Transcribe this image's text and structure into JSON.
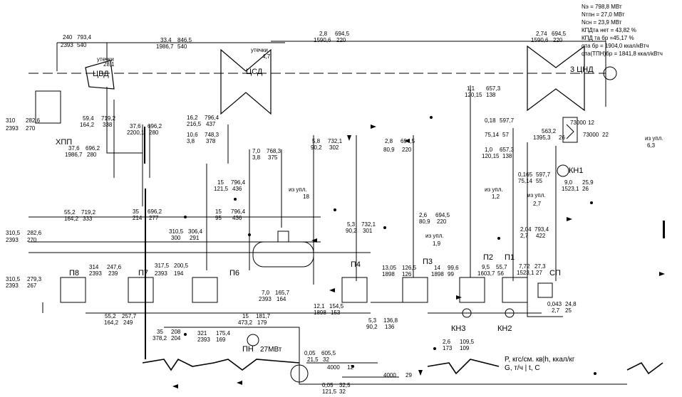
{
  "summary": {
    "lines": [
      "Nэ = 798,8 МВт",
      "Nтпн = 27,0 МВт",
      "Nсн = 23,9 МВт",
      "КПДта нет = 43,82 %",
      "КПД та бр =45,17 %",
      "qта бр =   1904,0 ккал/кВтч",
      "qта(ТПН)бр = 1841,8 ккал/кВтч"
    ]
  },
  "components": {
    "hp_cylinder": "ЦВД",
    "ip_cylinder": "ЦСД",
    "lp_cylinders": "3 ЦНД",
    "reheat": "ХПП",
    "hp_heaters": [
      "П8",
      "П7",
      "П6"
    ],
    "lp_heaters": [
      "П4",
      "П3",
      "П2",
      "П1"
    ],
    "deaerator_sp": "СП",
    "condensate_pumps": [
      "КН1",
      "КН2",
      "КН3"
    ],
    "feed_pump": "ПН",
    "feed_pump_power": "27МВт",
    "leak_label": "утечки",
    "out_label": "из упл."
  },
  "params": {
    "p_240": "240",
    "h_7934": "793,4",
    "g_2393a": "2393",
    "t_540a": "540",
    "p_334": "33,4",
    "h_8465": "846,5",
    "g_19867a": "1986,7",
    "t_540b": "540",
    "leak_hp": "28,1",
    "p_28a": "2,8",
    "h_6945a": "694,5",
    "g_15906a": "1590,6",
    "t_220a": "220",
    "leak_ip": "4,7",
    "p_274": "2,74",
    "h_6945b": "694,5",
    "g_15906b": "1590,6",
    "t_220b": "220",
    "p_310a": "310",
    "h_2826a": "282,6",
    "g_2393b": "2393",
    "t_270a": "270",
    "p_594": "59,4",
    "h_7192a": "719,2",
    "g_1642a": "164,2",
    "t_338": "338",
    "p_376a": "37,6",
    "h_6962a": "696,2",
    "g_22001": "2200,1",
    "t_280a": "280",
    "p_376b": "37,6",
    "h_6962b": "696,2",
    "g_19867b": "1986,7",
    "t_280b": "280",
    "p_162": "16,2",
    "h_7964a": "796,4",
    "g_2165": "216,5",
    "t_437": "437",
    "p_106": "10,6",
    "h_7483": "748,3",
    "g_38": "3,8",
    "t_378": "378",
    "p_70a": "7,0",
    "h_7683": "768,3",
    "g_38b": "3,8",
    "t_375": "375",
    "p_58": "5,8",
    "h_7321a": "732,1",
    "g_902a": "90,2",
    "t_302": "302",
    "p_28b": "2,8",
    "h_6945c": "694,5",
    "g_809a": "80,9",
    "t_220c": "220",
    "p_11": "1,1",
    "h_6573a": "657,3",
    "g_12015a": "120,15",
    "t_138a": "138",
    "p_018": "0,18",
    "h_5977a": "597,7",
    "g_7514a": "75,14",
    "t_57": "57",
    "h_5632": "563,2",
    "g_13953": "1395,3",
    "t_26a": "26",
    "g_73000a": "73000",
    "t_12a": "12",
    "g_73000b": "73000",
    "t_22": "22",
    "p_10": "1,0",
    "h_6573b": "657,3",
    "g_12015b": "120,15",
    "t_138b": "138",
    "leak_63": "6,3",
    "p_0165": "0,165",
    "h_5977b": "597,7",
    "g_7514b": "75,14",
    "t_55": "55",
    "p_90": "9,0",
    "h_259": "25,9",
    "g_15231a": "1523,1",
    "t_26b": "26",
    "p_15a": "15",
    "h_7964b": "796,4",
    "g_1215": "121,5",
    "t_436a": "436",
    "leak_18": "18",
    "leak_12": "1,2",
    "leak_27": "2,7",
    "p_552": "55,2",
    "h_7192b": "719,2",
    "g_1642b": "164,2",
    "t_333": "333",
    "p_35a": "35",
    "h_6962c": "696,2",
    "g_214": "214",
    "t_277": "277",
    "p_15b": "15",
    "h_7964c": "796,4",
    "g_95": "95",
    "t_436b": "436",
    "p_53a": "5,3",
    "h_7321b": "732,1",
    "g_902b": "90,2",
    "t_301": "301",
    "p_26": "2,6",
    "h_6945d": "694,5",
    "g_809b": "80,9",
    "t_220d": "220",
    "p_2044": "2,04",
    "h_7934b": "793,4",
    "g_27a": "2,7",
    "t_422": "422",
    "p_3105a": "310,5",
    "h_2826b": "282,6",
    "g_2393c": "2393",
    "t_270b": "270",
    "p_3105b": "310,5",
    "h_3064": "306,4",
    "g_300": "300",
    "t_291": "291",
    "leak_19": "1,9",
    "p_1305": "13,05",
    "h_1265": "126,5",
    "g_1898a": "1898",
    "t_126": "126",
    "p_14": "14",
    "h_996": "99,6",
    "g_1898b": "1898",
    "t_99": "99",
    "p_95": "9,5",
    "h_557": "55,7",
    "g_16037": "1603,7",
    "t_56": "56",
    "p_772": "7,72",
    "h_273": "27,3",
    "g_15231b": "1523,1",
    "t_27": "27",
    "p_314": "314",
    "h_2476": "247,6",
    "g_2393d": "2393",
    "t_239": "239",
    "p_3175": "317,5",
    "h_2005": "200,5",
    "g_2393e": "2393",
    "t_194": "194",
    "p_3105c": "310,5",
    "h_2793": "279,3",
    "g_2393f": "2393",
    "t_267": "267",
    "p_70b": "7,0",
    "h_1657": "165,7",
    "g_2393g": "2393",
    "t_164": "164",
    "p_121": "12,1",
    "h_1545": "154,5",
    "g_1898c": "1898",
    "t_153": "153",
    "p_0043": "0,043",
    "h_248": "24,8",
    "g_27b": "2,7",
    "t_25": "25",
    "p_552b": "55,2",
    "h_2577": "257,7",
    "g_1642c": "164,2",
    "t_249": "249",
    "p_15c": "15",
    "h_1817": "181,7",
    "g_4732": "473,2",
    "t_179": "179",
    "p_53b": "5,3",
    "h_1368": "136,8",
    "g_902c": "90,2",
    "t_136": "136",
    "p_26b": "2,6",
    "h_1095": "109,5",
    "g_173": "173",
    "t_109": "109",
    "p_35b": "35",
    "h_208": "208",
    "g_3782": "378,2",
    "t_204": "204",
    "p_321": "321",
    "h_1754": "175,4",
    "g_2393h": "2393",
    "t_169": "169",
    "p_005a": "0,05",
    "h_6055": "605,5",
    "g_215": "21,5",
    "t_32a": "32",
    "g_4000a": "4000",
    "t_12b": "12",
    "g_4000b": "4000",
    "t_29": "29",
    "p_005b": "0,05",
    "h_325": "32,5",
    "g_1215b": "121,5",
    "t_32b": "32"
  },
  "legend_params": {
    "line1": "P, кгс/см. кв|h, ккал/кг",
    "line2": "G, т/ч    | t, С"
  }
}
